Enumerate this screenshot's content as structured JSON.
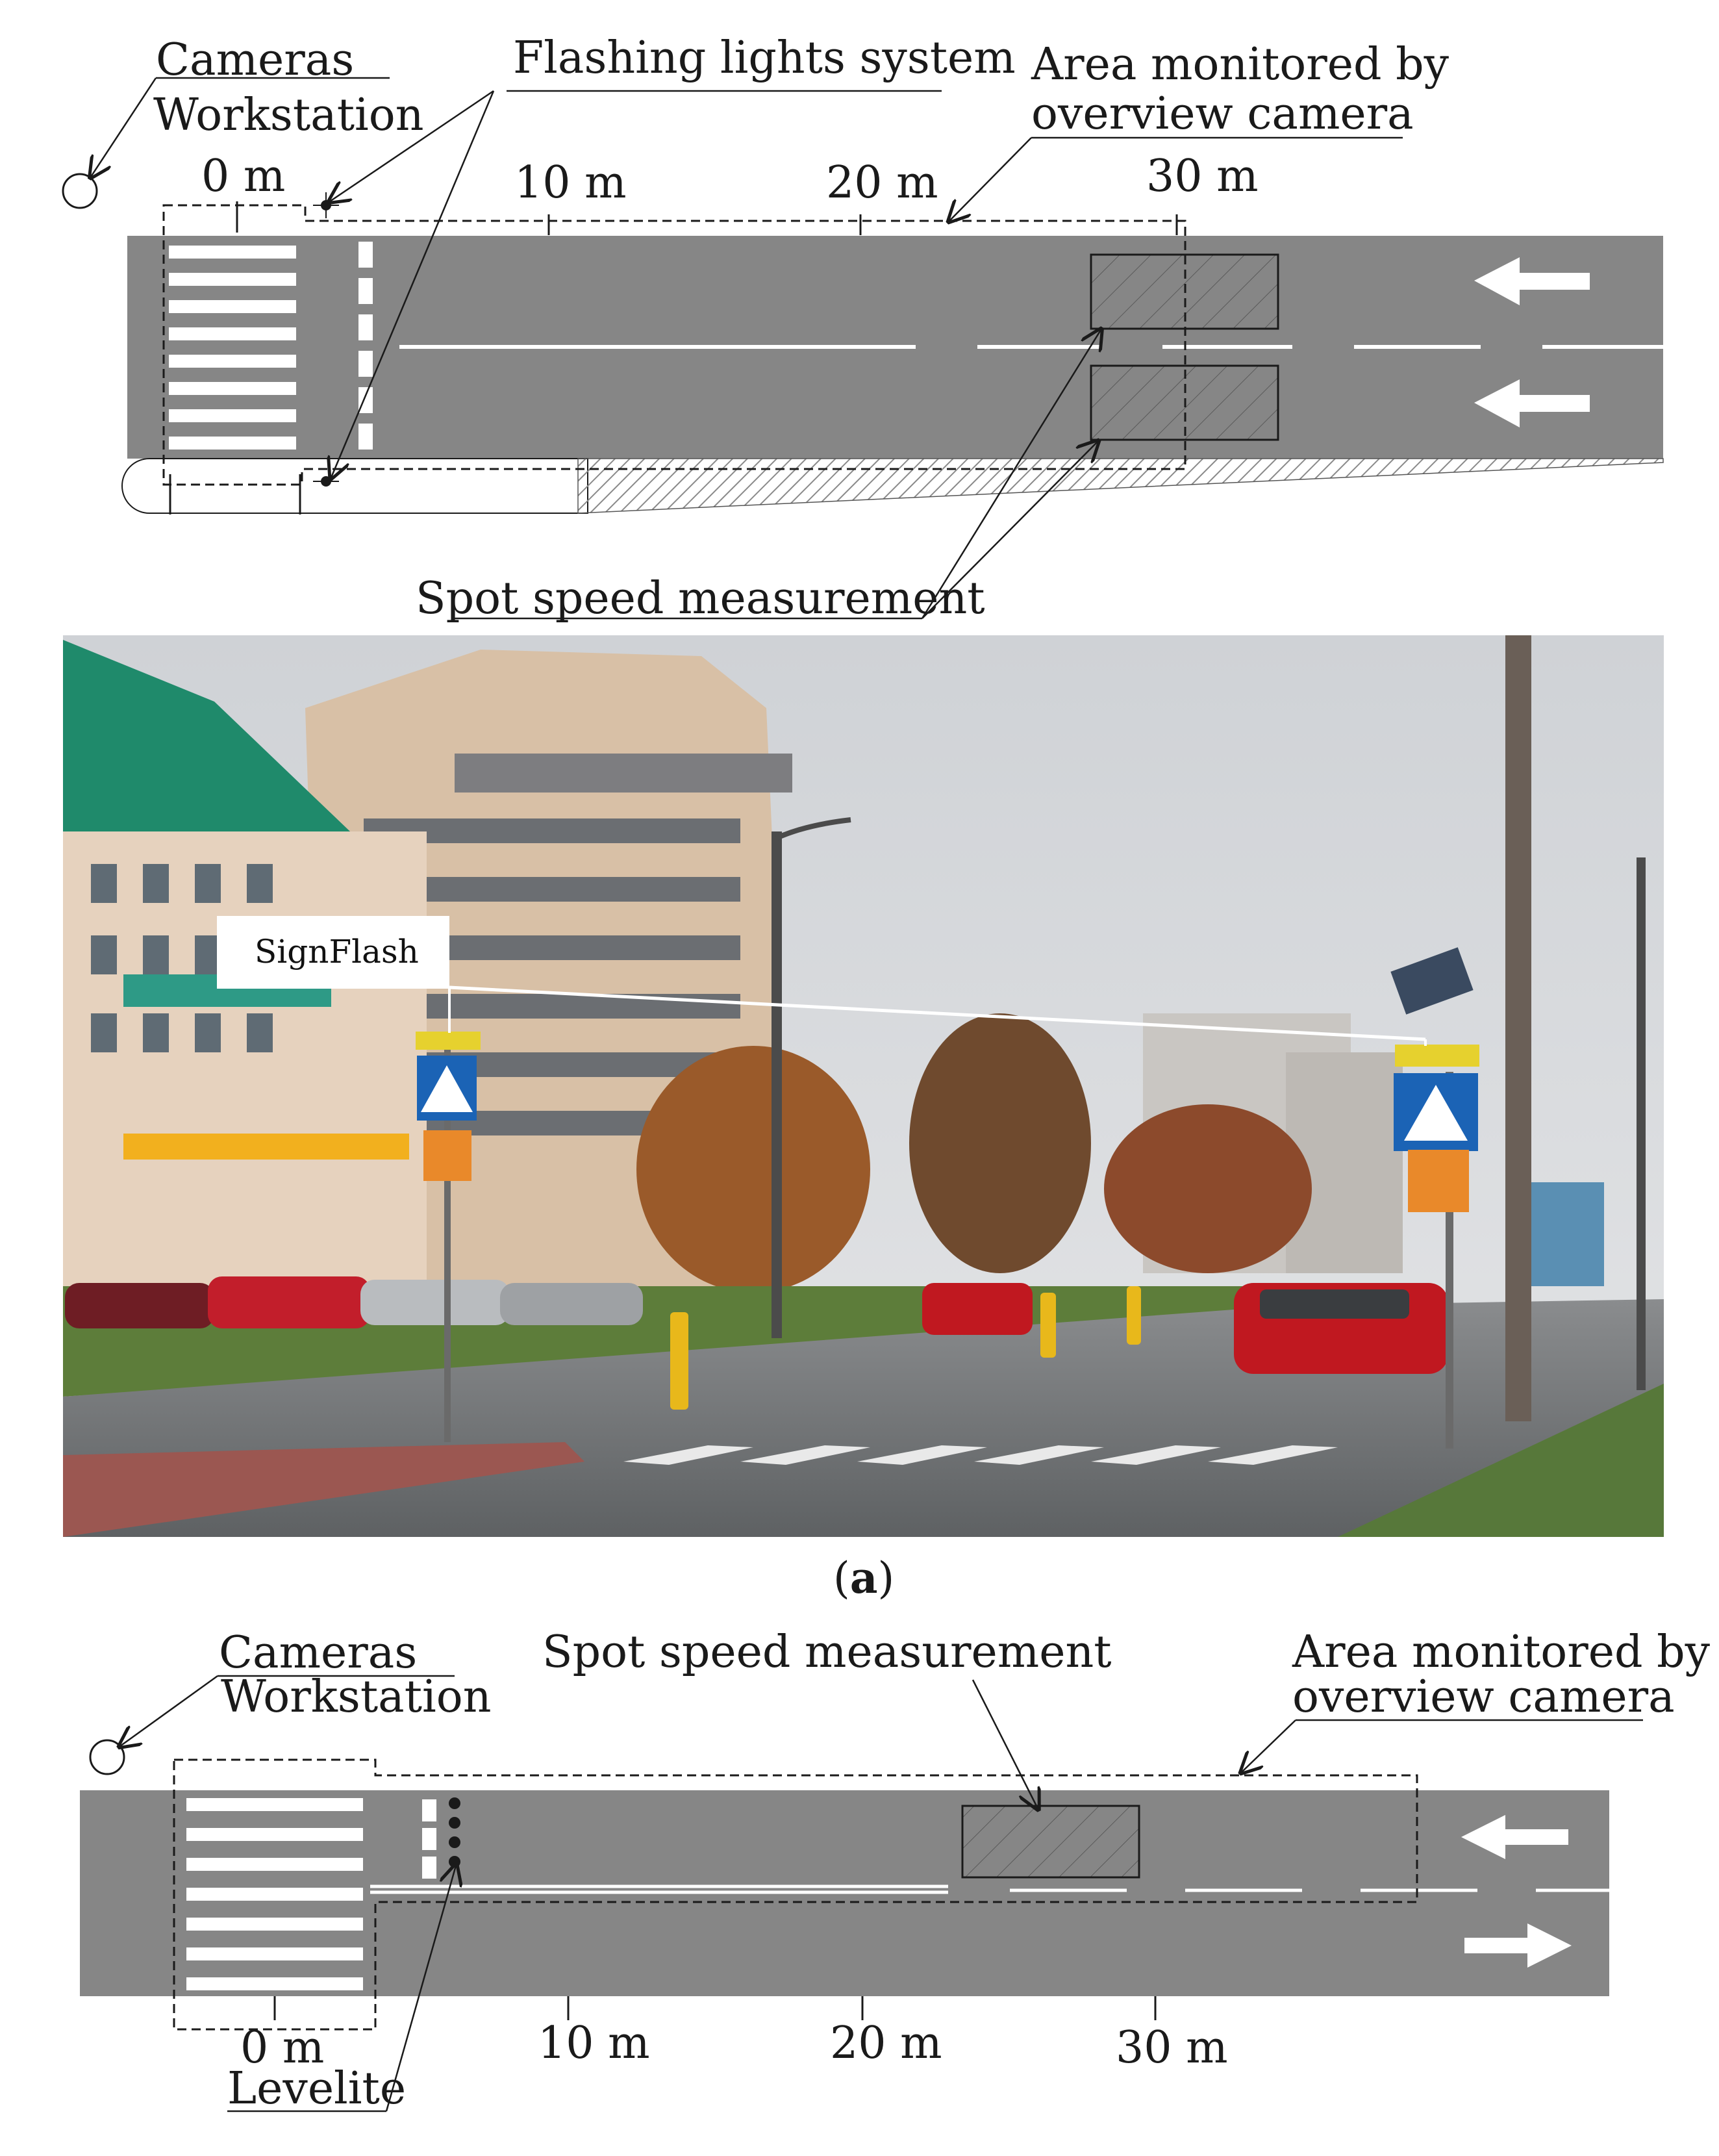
{
  "panel_a": {
    "labels": {
      "cameras": "Cameras",
      "workstation": "Workstation",
      "flashing": "Flashing lights system",
      "area_line1": "Area monitored by",
      "area_line2": "overview camera",
      "spot": "Spot speed measurement"
    },
    "distances": [
      "0 m",
      "10 m",
      "20 m",
      "30 m"
    ],
    "photo": {
      "device_label": "SignFlash",
      "colors": {
        "sky": "#d9dbde",
        "road": "#747778",
        "grass": "#5d7d3a",
        "car": "#c01820",
        "sign_blue": "#1b63b5",
        "sign_orange": "#e9892a"
      }
    },
    "caption_letter": "a"
  },
  "panel_b": {
    "labels": {
      "cameras": "Cameras",
      "workstation": "Workstation",
      "spot": "Spot speed measurement",
      "area_line1": "Area monitored by",
      "area_line2": "overview camera",
      "levelite": "Levelite"
    },
    "distances": [
      "0 m",
      "10 m",
      "20 m",
      "30 m"
    ]
  },
  "colors": {
    "road": "#868686",
    "marking": "#ffffff",
    "ink": "#1a1a1a"
  }
}
